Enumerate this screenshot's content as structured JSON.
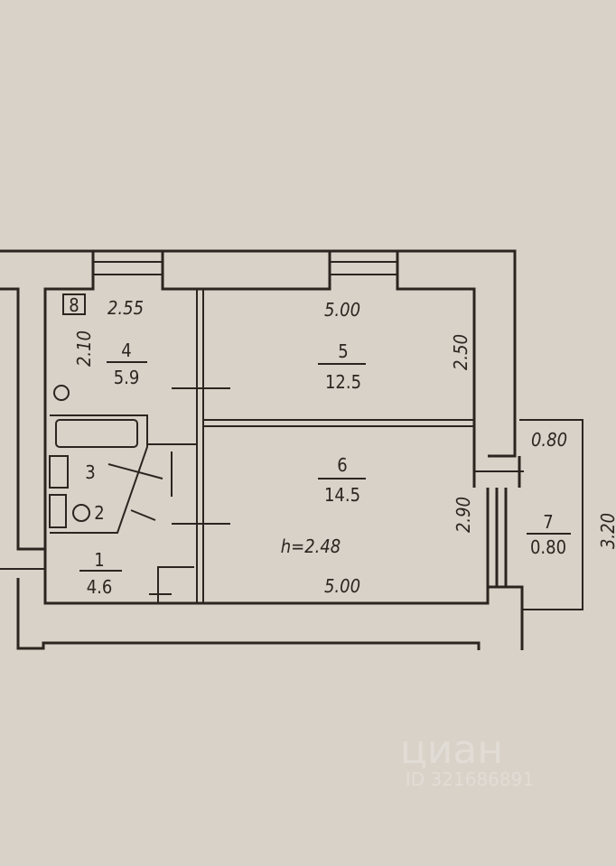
{
  "plan": {
    "ceiling_height": "h=2.48",
    "legend_box": "8",
    "dimensions": {
      "room4_width": "2.55",
      "room4_length": "2.10",
      "room5_width": "5.00",
      "room5_length": "2.50",
      "room6_width": "5.00",
      "room6_length": "2.90",
      "balcony_width": "0.80",
      "balcony_length": "3.20"
    },
    "rooms": [
      {
        "number": "1",
        "area": "4.6"
      },
      {
        "number": "2"
      },
      {
        "number": "3"
      },
      {
        "number": "4",
        "area": "5.9"
      },
      {
        "number": "5",
        "area": "12.5"
      },
      {
        "number": "6",
        "area": "14.5"
      },
      {
        "number": "7",
        "area": "0.80"
      }
    ]
  },
  "watermark": {
    "brand": "циан",
    "id": "ID 321686891"
  }
}
